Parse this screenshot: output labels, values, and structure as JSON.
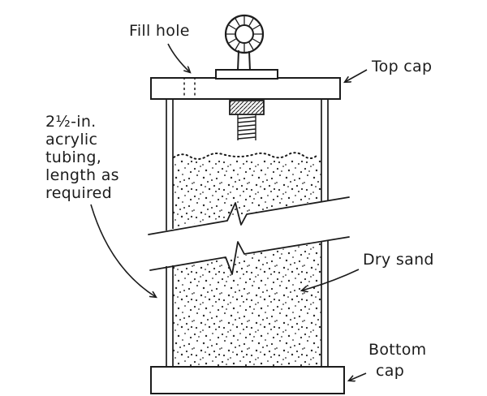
{
  "figure": {
    "background": "#ffffff",
    "ink_color": "#1c1c1c",
    "description": "Hand-drawn cross-section diagram of a sand-filled acrylic tube weight"
  },
  "labels": {
    "fill_hole": "Fill hole",
    "top_cap": "Top cap",
    "tubing": [
      "2½-in.",
      "acrylic",
      "tubing,",
      "length as",
      "required"
    ],
    "dry_sand": "Dry sand",
    "bottom_cap": [
      "Bottom",
      "cap"
    ]
  }
}
